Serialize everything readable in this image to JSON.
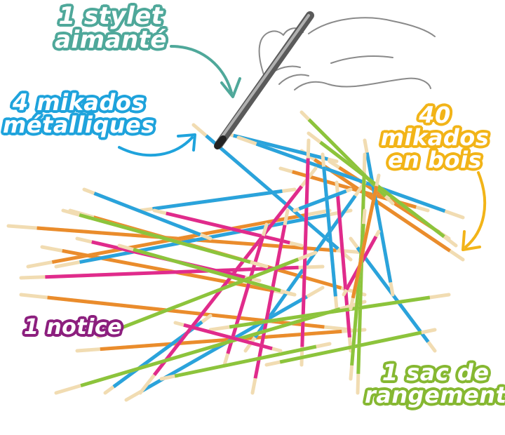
{
  "labels": {
    "stylet": {
      "line1": "1 stylet",
      "line2": "aimanté"
    },
    "metal": {
      "line1": "4 mikados",
      "line2": "métalliques"
    },
    "bois": {
      "line1": "40 mikados",
      "line2": "en bois"
    },
    "notice": {
      "line1": "1 notice"
    },
    "sac": {
      "line1": "1 sac de",
      "line2": "rangement"
    }
  },
  "colors": {
    "stylet": "#4fa89a",
    "metal": "#1fa3dc",
    "bois": "#f2b418",
    "notice": "#8c1f7e",
    "sac": "#86b832",
    "stick_blue": "#2aa3dc",
    "stick_orange": "#ea8c2c",
    "stick_pink": "#e02b8c",
    "stick_green": "#8cc43c",
    "wood_tip": "#f1dcb2"
  },
  "icons": [
    "hand-with-stylus-icon",
    "arrow-icon",
    "mikado-stick-icon"
  ]
}
